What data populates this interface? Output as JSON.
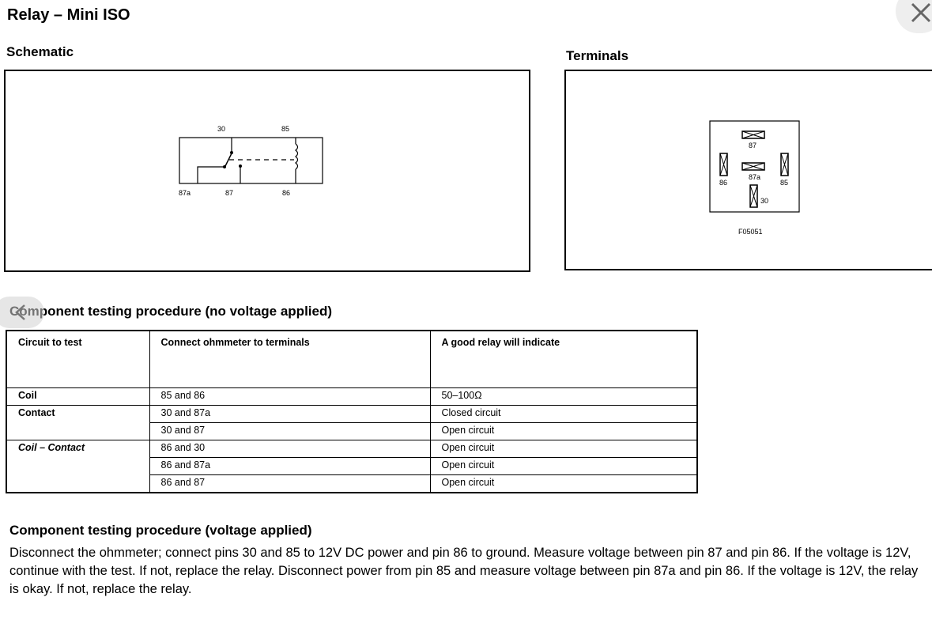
{
  "page": {
    "title": "Relay – Mini ISO"
  },
  "schematic": {
    "heading": "Schematic",
    "labels": {
      "t30": "30",
      "t85": "85",
      "t87a": "87a",
      "t87": "87",
      "t86": "86"
    }
  },
  "terminals": {
    "heading": "Terminals",
    "labels": {
      "p87": "87",
      "p87a": "87a",
      "p86": "86",
      "p85": "85",
      "p30": "30"
    },
    "figure_id": "F05051"
  },
  "no_voltage": {
    "heading": "Component testing procedure (no voltage applied)",
    "columns": [
      "Circuit to test",
      "Connect ohmmeter to terminals",
      "A good relay will indicate"
    ],
    "rows": [
      {
        "circuit": "Coil",
        "terminals": "85 and 86",
        "result": "50–100Ω"
      },
      {
        "circuit": "Contact",
        "terminals": "30 and 87a",
        "result": "Closed circuit"
      },
      {
        "circuit": "",
        "terminals": "30 and 87",
        "result": "Open circuit"
      },
      {
        "circuit": "Coil – Contact",
        "terminals": "86 and 30",
        "result": "Open circuit"
      },
      {
        "circuit": "",
        "terminals": "86 and 87a",
        "result": "Open circuit"
      },
      {
        "circuit": "",
        "terminals": "86 and 87",
        "result": "Open circuit"
      }
    ]
  },
  "voltage": {
    "heading": "Component testing procedure (voltage applied)",
    "body": "Disconnect the ohmmeter; connect pins 30 and 85 to 12V DC power and pin 86 to ground. Measure voltage between pin 87 and pin 86. If the voltage is 12V, continue with the test. If not, replace the relay. Disconnect power from pin 85 and measure voltage between pin 87a and pin 86. If the voltage is 12V, the relay is okay. If not, replace the relay."
  },
  "controls": {
    "close_icon": "close-icon",
    "back_icon": "chevron-left-icon"
  }
}
